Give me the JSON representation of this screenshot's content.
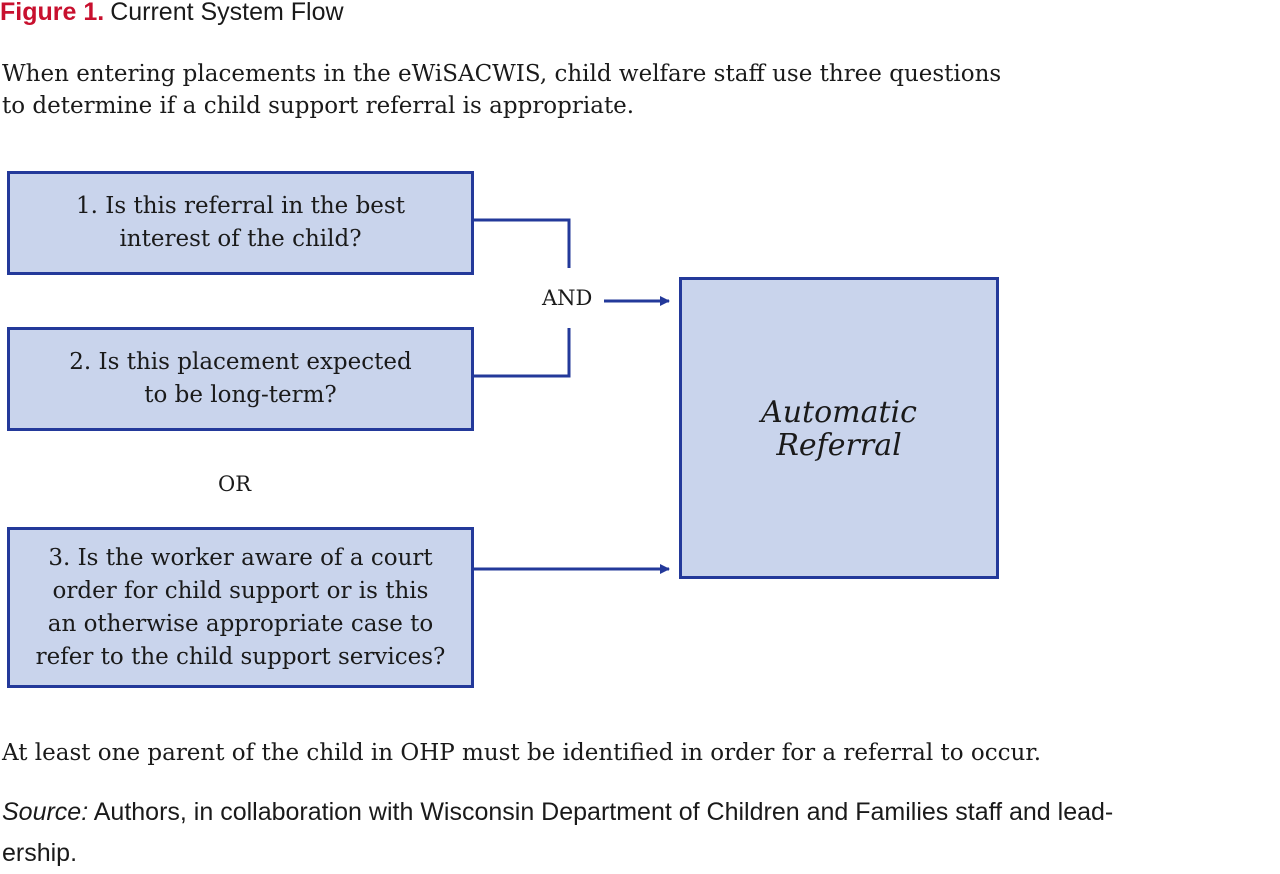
{
  "figure": {
    "label": "Figure 1.",
    "title": "Current System Flow"
  },
  "intro": {
    "line1": "When entering placements in the eWiSACWIS, child welfare staff use three questions",
    "line2": "to determine if a child support referral is appropriate."
  },
  "questions": [
    {
      "lines": [
        "1. Is this referral in the best",
        "interest of the child?"
      ]
    },
    {
      "lines": [
        "2. Is this placement expected",
        "to be long-term?"
      ]
    },
    {
      "lines": [
        "3. Is the worker aware of a court",
        "order for child support or is this",
        "an otherwise appropriate case to",
        "refer to the child support services?"
      ]
    }
  ],
  "connectors": {
    "and_label": "AND",
    "or_label": "OR"
  },
  "outcome": {
    "lines": [
      "Automatic",
      "Referral"
    ]
  },
  "note": "At least one parent of the child in OHP must be identified in order for a referral to occur.",
  "source": {
    "label": "Source:",
    "text_line1": "Authors, in collaboration with Wisconsin Department of Children and Families staff and lead-",
    "text_line2": "ership."
  },
  "colors": {
    "box_fill": "#c9d4ec",
    "box_border": "#23399a",
    "figure_label": "#c8102e"
  }
}
